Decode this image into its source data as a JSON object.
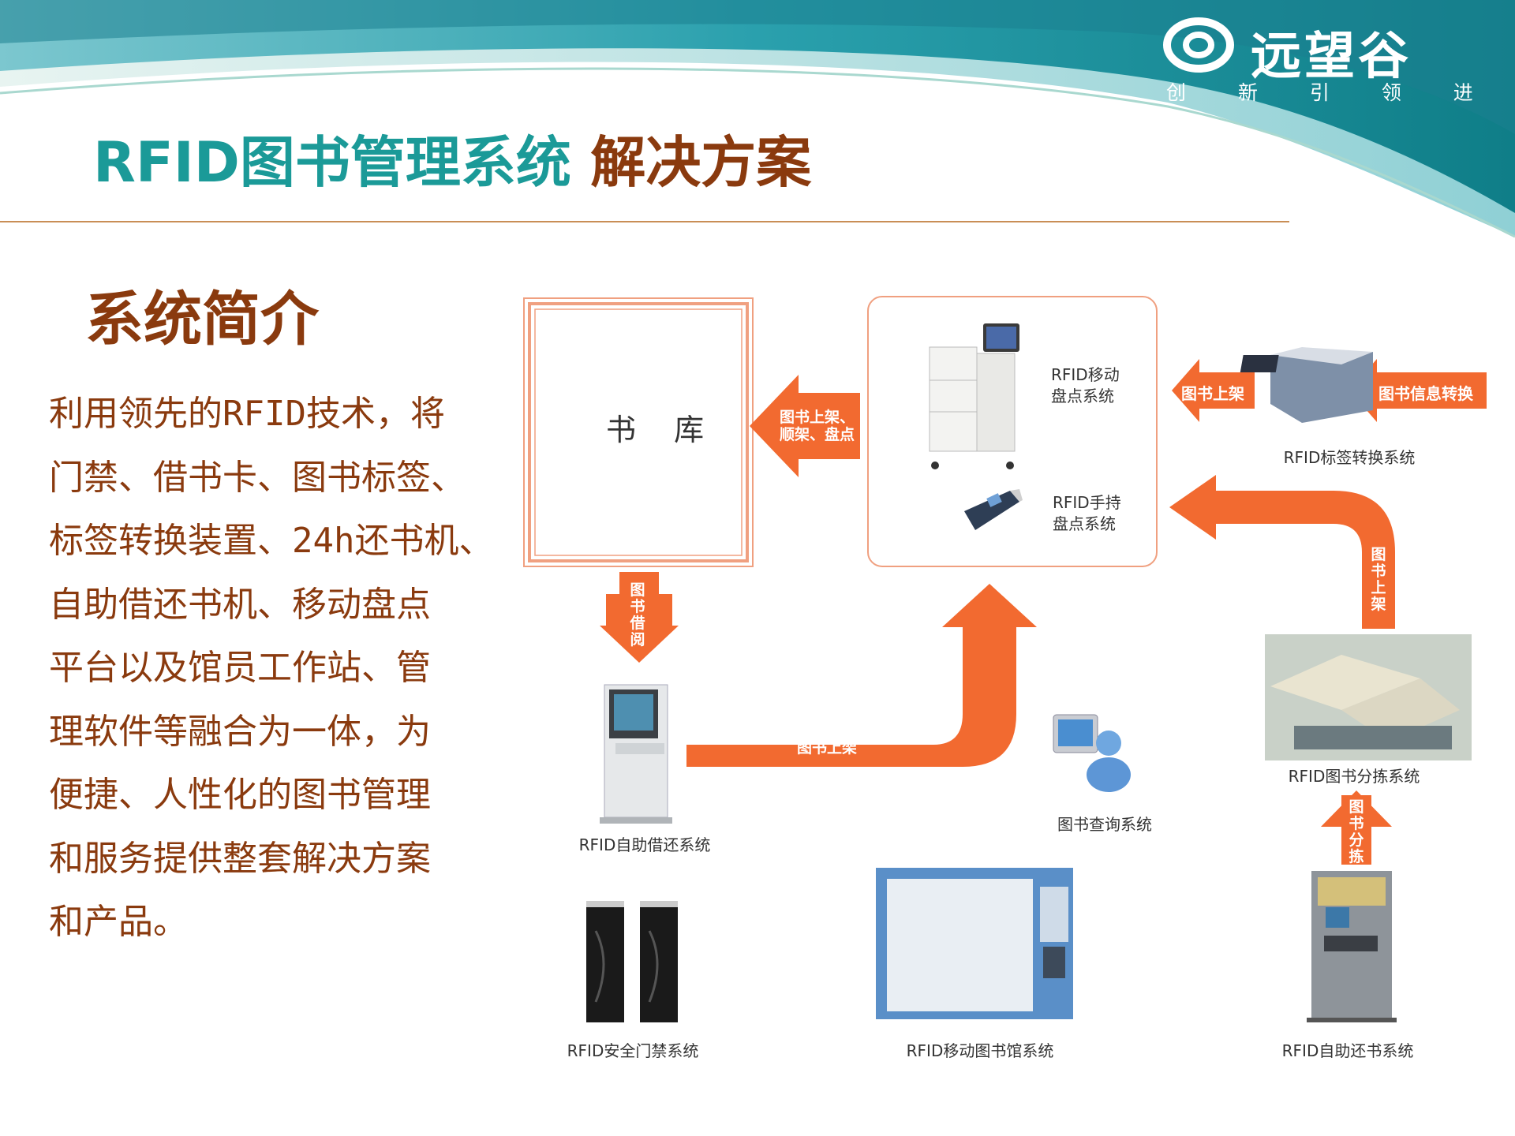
{
  "brand": {
    "name": "远望谷",
    "slogan": "创 新 引 领 进 步",
    "logo_icon": "circle-swirl-icon",
    "accent": "#1b9a98"
  },
  "title": {
    "part1": "RFID图书管理系统",
    "part2": "解决方案"
  },
  "section_title": "系统简介",
  "intro_lines": [
    "利用领先的RFID技术，将",
    "门禁、借书卡、图书标签、",
    "标签转换装置、24h还书机、",
    "自助借还书机、移动盘点",
    "平台以及馆员工作站、管",
    "理软件等融合为一体，为",
    "便捷、人性化的图书管理",
    "和服务提供整套解决方案",
    "和产品。"
  ],
  "diagram": {
    "warehouse": "书 库",
    "arrows": {
      "shelve_sort_inventory": "图书上架、\n顺架、盘点",
      "shelve_top": "图书上架",
      "info_convert": "图书信息转换",
      "borrow": "图书借阅",
      "shelve_bottom": "图书上架",
      "shelve_right": "图书上架",
      "sorting": "图书分拣"
    },
    "systems": {
      "mobile_inventory": "RFID移动\n盘点系统",
      "handheld_inventory": "RFID手持\n盘点系统",
      "tag_conversion": "RFID标签转换系统",
      "self_borrow_return": "RFID自助借还系统",
      "book_query": "图书查询系统",
      "book_sorting": "RFID图书分拣系统",
      "security_gate": "RFID安全门禁系统",
      "mobile_library": "RFID移动图书馆系统",
      "self_return": "RFID自助还书系统"
    },
    "colors": {
      "arrow": "#f26a30",
      "panel_border": "#f0a080",
      "text": "#333333"
    }
  }
}
